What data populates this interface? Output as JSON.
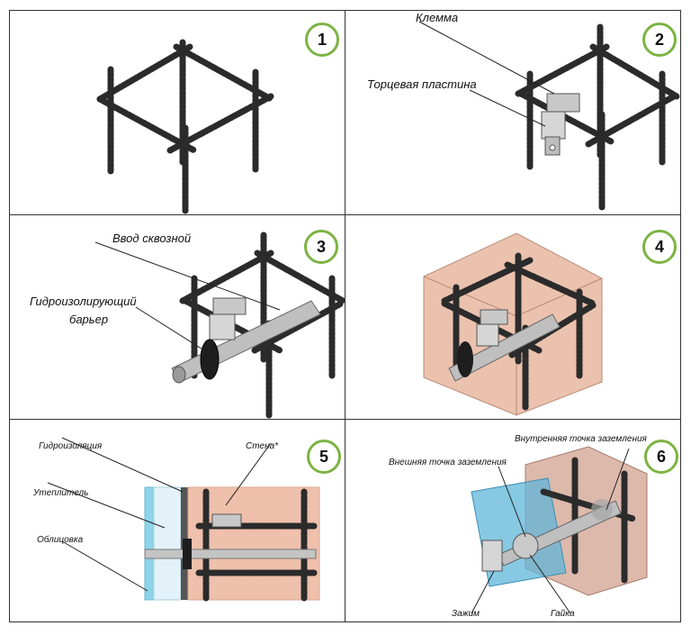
{
  "steps": [
    {
      "number": "1",
      "labels": []
    },
    {
      "number": "2",
      "labels": [
        "Клемма",
        "Торцевая пластина"
      ]
    },
    {
      "number": "3",
      "labels": [
        "Ввод сквозной",
        "Гидроизолирующий",
        "барьер"
      ]
    },
    {
      "number": "4",
      "labels": []
    },
    {
      "number": "5",
      "labels": [
        "Гидроизоляция",
        "Стена*",
        "Утеплитель",
        "Облицовка"
      ]
    },
    {
      "number": "6",
      "labels": [
        "Внутренняя точка заземления",
        "Внешняя точка заземления",
        "Зажим",
        "Гайка"
      ]
    }
  ],
  "colors": {
    "badge_ring": "#7cb342",
    "rebar": "#2b2b2b",
    "concrete": "#e8b7a0",
    "insulation": "#d9eef7",
    "cladding": "#8fd3e8",
    "cladding_blue": "#5fb6d9"
  }
}
